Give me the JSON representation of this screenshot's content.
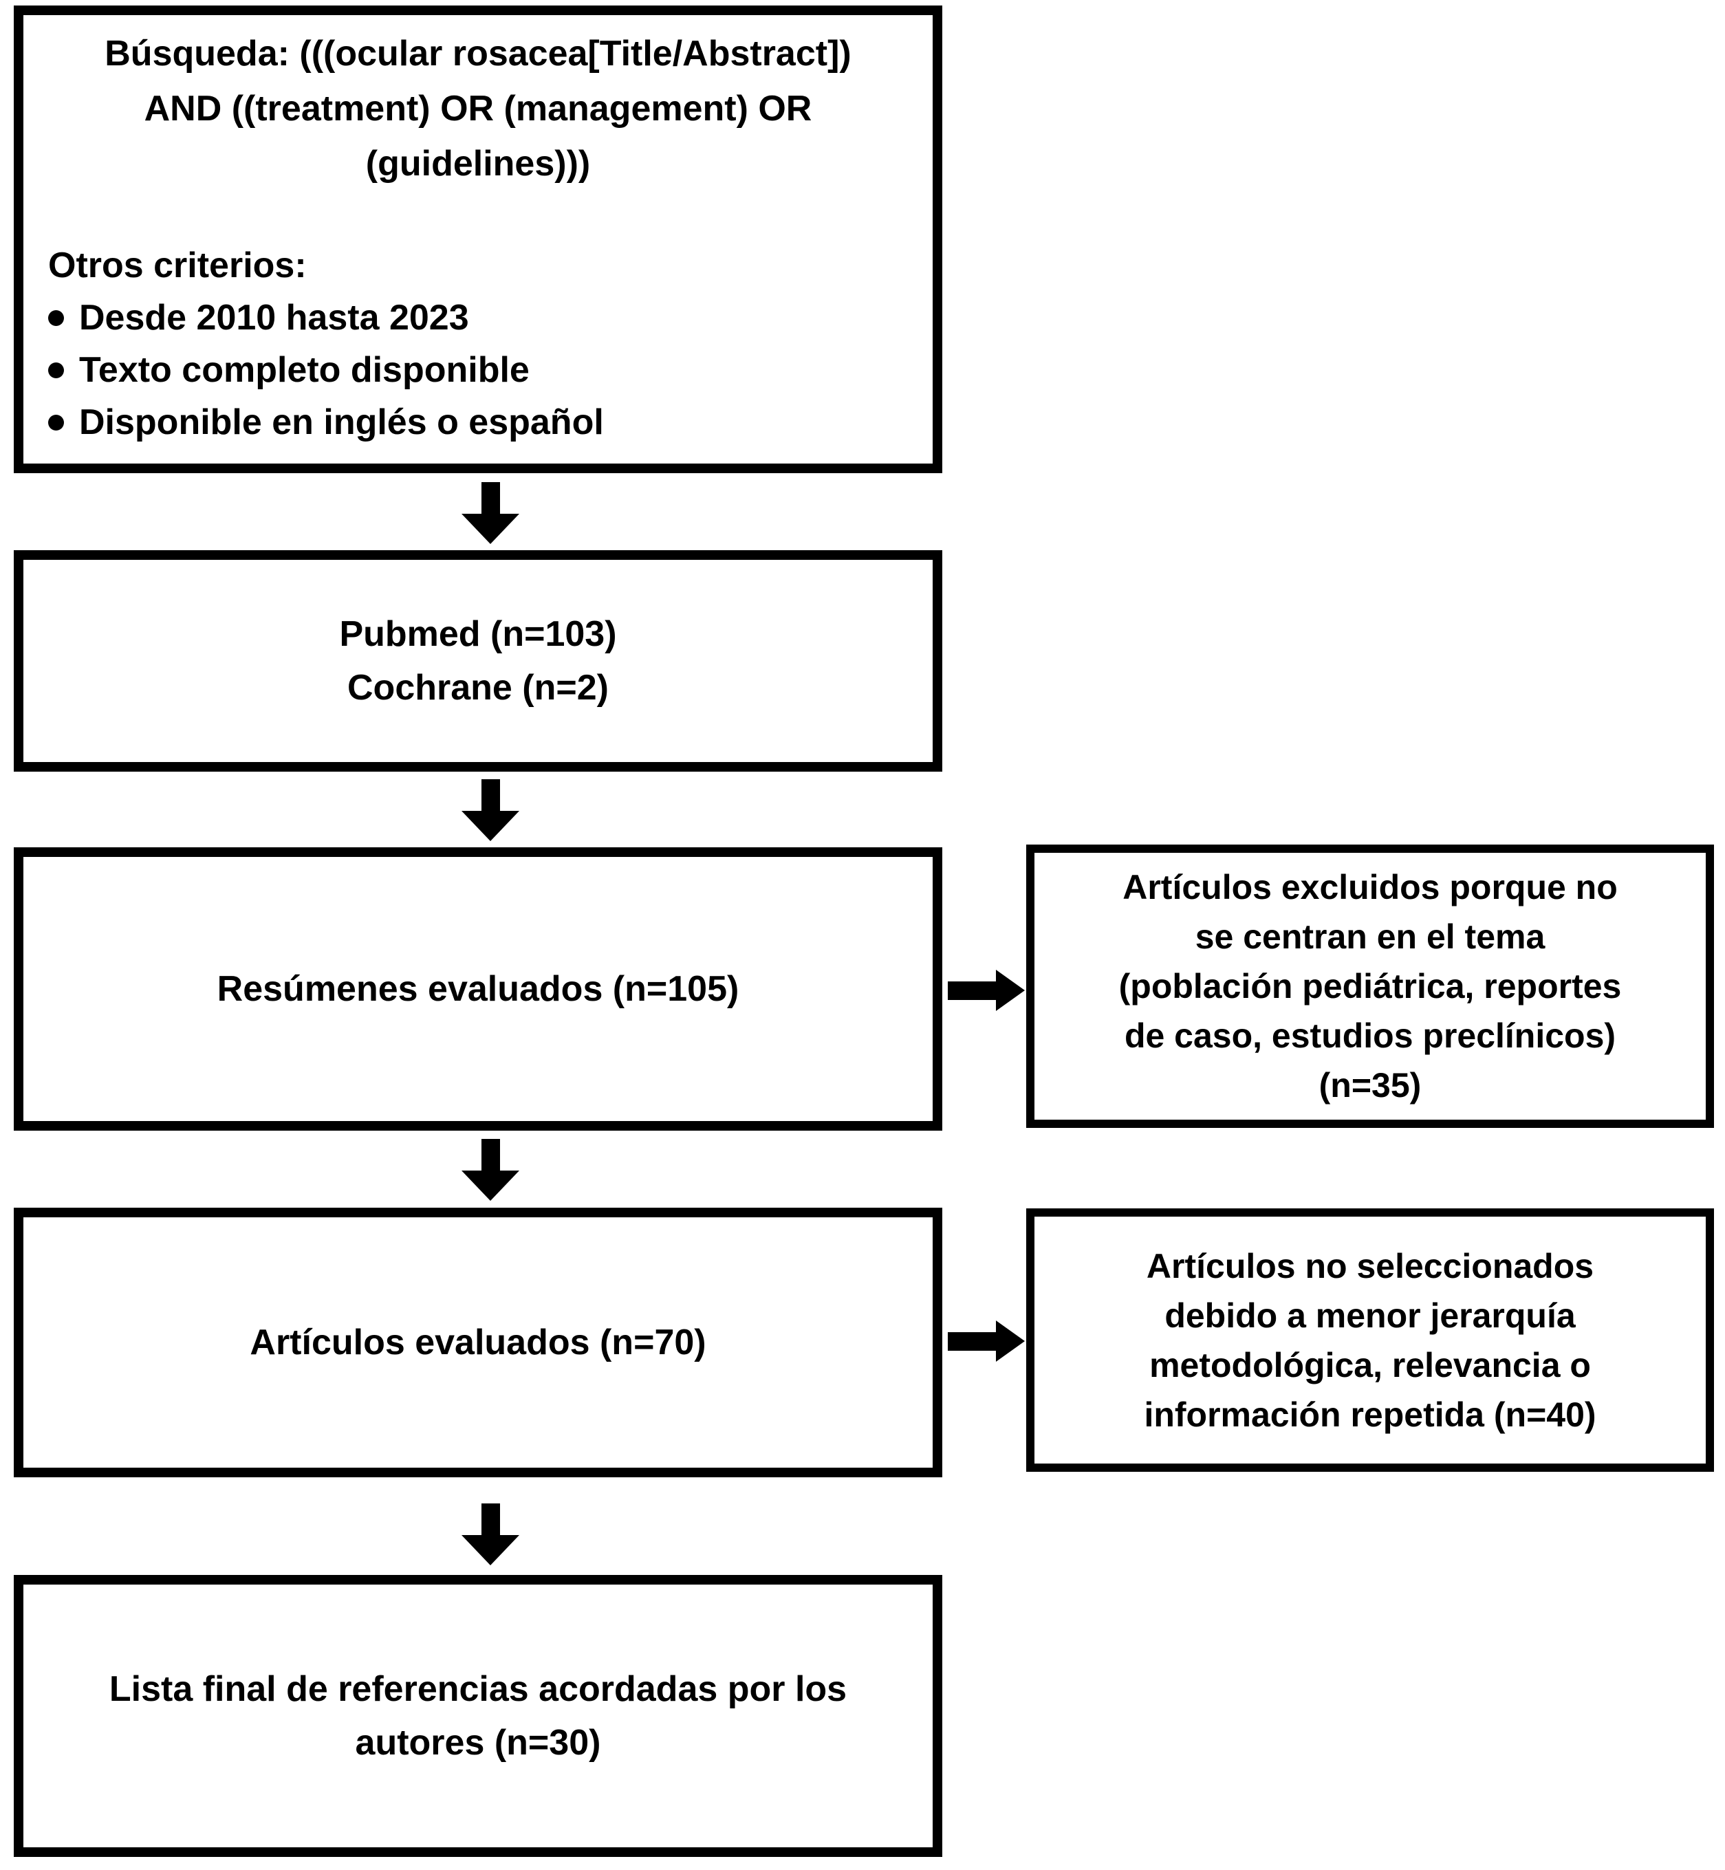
{
  "page": {
    "background": "#ffffff",
    "ink": "#000000"
  },
  "flow": {
    "search_box": {
      "query_lines": [
        "Búsqueda: (((ocular rosacea[Title/Abstract])",
        "AND ((treatment) OR (management) OR",
        "(guidelines)))"
      ],
      "criteria_title": "Otros criterios:",
      "criteria_items": [
        "Desde 2010 hasta 2023",
        "Texto completo disponible",
        "Disponible en inglés o español"
      ]
    },
    "sources_box": {
      "lines": [
        "Pubmed (n=103)",
        "Cochrane (n=2)"
      ]
    },
    "abstracts_box": {
      "label": "Resúmenes evaluados (n=105)"
    },
    "articles_box": {
      "label": "Artículos evaluados (n=70)"
    },
    "final_box": {
      "lines": [
        "Lista final de referencias acordadas por los",
        "autores (n=30)"
      ]
    },
    "excluded_box": {
      "lines": [
        "Artículos excluidos porque no",
        "se centran en el tema",
        "(población pediátrica, reportes",
        "de caso, estudios preclínicos)",
        "(n=35)"
      ]
    },
    "not_selected_box": {
      "lines": [
        "Artículos no seleccionados",
        "debido a menor jerarquía",
        "metodológica, relevancia o",
        "información repetida (n=40)"
      ]
    }
  }
}
